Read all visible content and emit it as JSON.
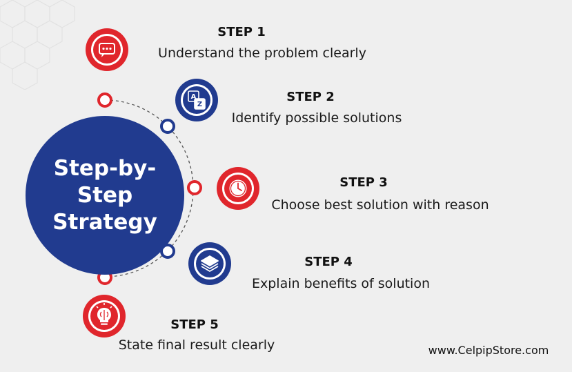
{
  "main": {
    "title_line1": "Step-by-",
    "title_line2": "Step",
    "title_line3": "Strategy"
  },
  "steps": [
    {
      "title": "STEP 1",
      "desc": "Understand the problem clearly",
      "icon": "chat-bubble-icon",
      "color": "#e0262c"
    },
    {
      "title": "STEP 2",
      "desc": "Identify possible solutions",
      "icon": "translate-az-icon",
      "color": "#213b8f"
    },
    {
      "title": "STEP 3",
      "desc": "Choose best solution with reason",
      "icon": "clock-icon",
      "color": "#e0262c"
    },
    {
      "title": "STEP 4",
      "desc": "Explain benefits of solution",
      "icon": "layers-icon",
      "color": "#213b8f"
    },
    {
      "title": "STEP 5",
      "desc": "State final result clearly",
      "icon": "lightbulb-brain-icon",
      "color": "#e0262c"
    }
  ],
  "footer": {
    "website": "www.CelpipStore.com"
  },
  "colors": {
    "navy": "#213b8f",
    "red": "#e0262c",
    "background": "#efefef"
  }
}
